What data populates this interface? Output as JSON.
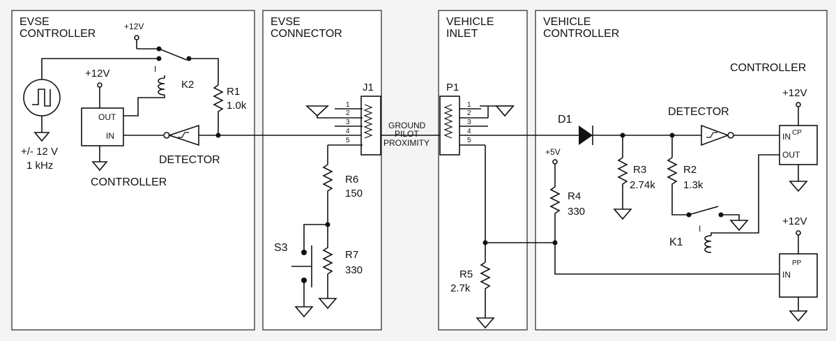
{
  "sections": {
    "evse_controller": [
      "EVSE",
      "CONTROLLER"
    ],
    "evse_connector": [
      "EVSE",
      "CONNECTOR"
    ],
    "vehicle_inlet": [
      "VEHICLE",
      "INLET"
    ],
    "vehicle_controller": [
      "VEHICLE",
      "CONTROLLER"
    ]
  },
  "evse": {
    "supply_12v_top": "+12V",
    "supply_12v_ctrl": "+12V",
    "osc_amp": "+/- 12 V",
    "osc_freq": "1 kHz",
    "out_pin": "OUT",
    "in_pin": "IN",
    "controller": "CONTROLLER",
    "detector": "DETECTOR",
    "relay": "K2",
    "relay_coil": "I",
    "r1_name": "R1",
    "r1_value": "1.0k"
  },
  "connector": {
    "jack": "J1",
    "r6_name": "R6",
    "r6_value": "150",
    "r7_name": "R7",
    "r7_value": "330",
    "switch": "S3",
    "pins": [
      "1",
      "2",
      "3",
      "4",
      "5"
    ]
  },
  "inlet": {
    "plug": "P1",
    "ground": "GROUND",
    "pilot": "PILOT",
    "proximity": "PROXIMITY",
    "pins": [
      "1",
      "2",
      "3",
      "4",
      "5"
    ],
    "r5_name": "R5",
    "r5_value": "2.7k"
  },
  "vehicle": {
    "controller": "CONTROLLER",
    "diode": "D1",
    "detector": "DETECTOR",
    "supply_5v": "+5V",
    "supply_12v_a": "+12V",
    "supply_12v_b": "+12V",
    "r3_name": "R3",
    "r3_value": "2.74k",
    "r2_name": "R2",
    "r2_value": "1.3k",
    "r4_name": "R4",
    "r4_value": "330",
    "relay": "K1",
    "relay_coil": "I",
    "cp_in": "IN",
    "cp_sup": "CP",
    "cp_out": "OUT",
    "pp_in": "IN",
    "pp_sup": "PP"
  }
}
